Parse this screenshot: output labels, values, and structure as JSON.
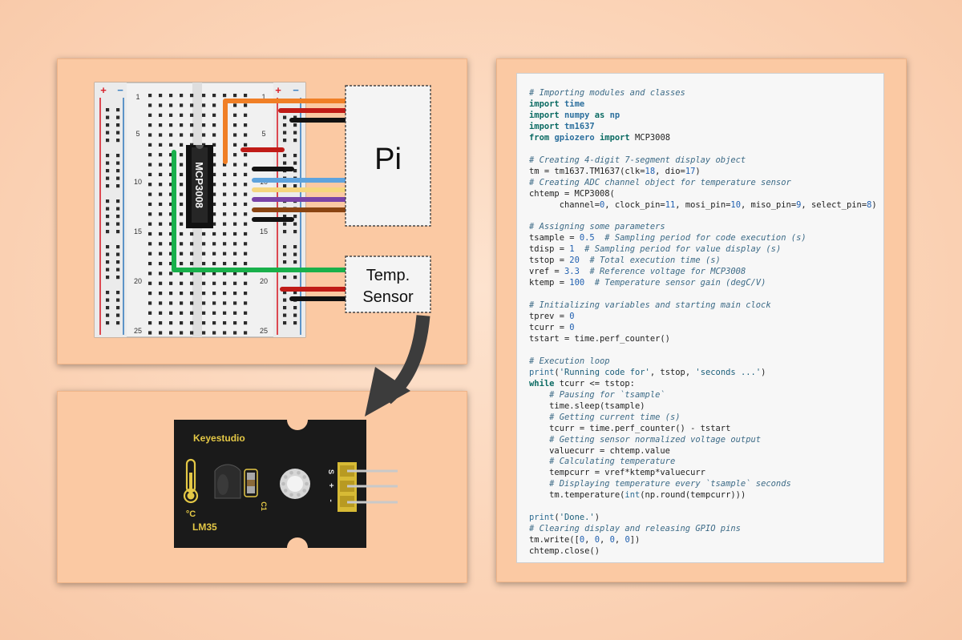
{
  "colors": {
    "background": "#fcdac2",
    "panel": "#fbc9a3",
    "rail_red": "#d9202a",
    "rail_blue": "#3a7fc0",
    "wire_orange": "#f07f26",
    "wire_red": "#c01b17",
    "wire_black": "#121212",
    "wire_blue": "#5ea3dd",
    "wire_yellow": "#f5d67e",
    "wire_purple": "#7a43a7",
    "wire_brown": "#8a4412",
    "wire_green": "#19b04b",
    "arrow": "#3c3c3c"
  },
  "breadboard": {
    "rail_plus": "+",
    "rail_minus": "−",
    "row_labels": [
      "1",
      "5",
      "10",
      "15",
      "20",
      "25"
    ],
    "chip_label": "MCP3008"
  },
  "pi_box": {
    "label": "Pi"
  },
  "sensor_box": {
    "label_line1": "Temp.",
    "label_line2": "Sensor"
  },
  "sensor_module": {
    "brand": "Keyestudio",
    "model": "LM35",
    "unit": "°C",
    "capacitor_label": "C1",
    "pin_labels": [
      "S",
      "+",
      "-"
    ]
  },
  "code": {
    "lines": [
      "# Importing modules and classes",
      "import time",
      "import numpy as np",
      "import tm1637",
      "from gpiozero import MCP3008",
      "",
      "# Creating 4-digit 7-segment display object",
      "tm = tm1637.TM1637(clk=18, dio=17)",
      "# Creating ADC channel object for temperature sensor",
      "chtemp = MCP3008(",
      "      channel=0, clock_pin=11, mosi_pin=10, miso_pin=9, select_pin=8)",
      "",
      "# Assigning some parameters",
      "tsample = 0.5  # Sampling period for code execution (s)",
      "tdisp = 1  # Sampling period for value display (s)",
      "tstop = 20  # Total execution time (s)",
      "vref = 3.3  # Reference voltage for MCP3008",
      "ktemp = 100  # Temperature sensor gain (degC/V)",
      "",
      "# Initializing variables and starting main clock",
      "tprev = 0",
      "tcurr = 0",
      "tstart = time.perf_counter()",
      "",
      "# Execution loop",
      "print('Running code for', tstop, 'seconds ...')",
      "while tcurr <= tstop:",
      "    # Pausing for `tsample`",
      "    time.sleep(tsample)",
      "    # Getting current time (s)",
      "    tcurr = time.perf_counter() - tstart",
      "    # Getting sensor normalized voltage output",
      "    valuecurr = chtemp.value",
      "    # Calculating temperature",
      "    tempcurr = vref*ktemp*valuecurr",
      "    # Displaying temperature every `tsample` seconds",
      "    tm.temperature(int(np.round(tempcurr)))",
      "",
      "print('Done.')",
      "# Clearing display and releasing GPIO pins",
      "tm.write([0, 0, 0, 0])",
      "chtemp.close()"
    ]
  }
}
